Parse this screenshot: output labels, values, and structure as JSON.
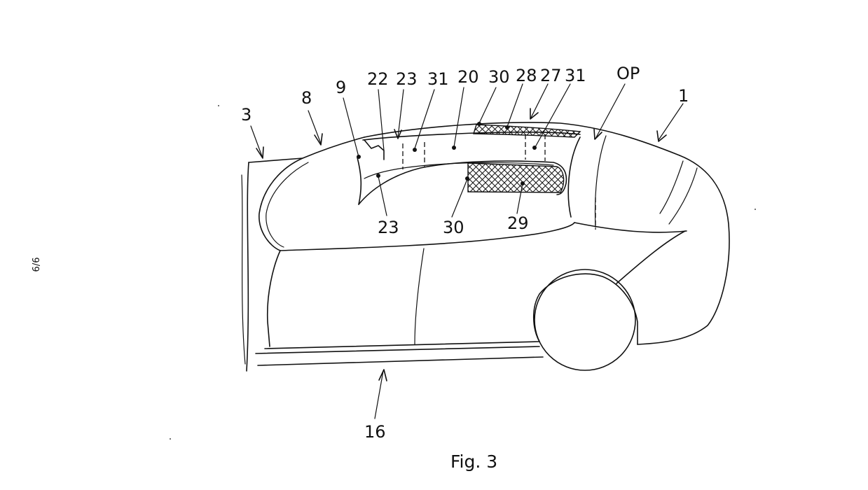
{
  "sheet": {
    "page_number": "6/6",
    "caption": "Fig. 3"
  },
  "reference_labels": {
    "l3": "3",
    "l8": "8",
    "l9": "9",
    "l22": "22",
    "l23a": "23",
    "l31a": "31",
    "l20": "20",
    "l30a": "30",
    "l28": "28",
    "l27": "27",
    "l31b": "31",
    "lOP": "OP",
    "l1": "1",
    "l23b": "23",
    "l30b": "30",
    "l29": "29",
    "l16": "16"
  }
}
